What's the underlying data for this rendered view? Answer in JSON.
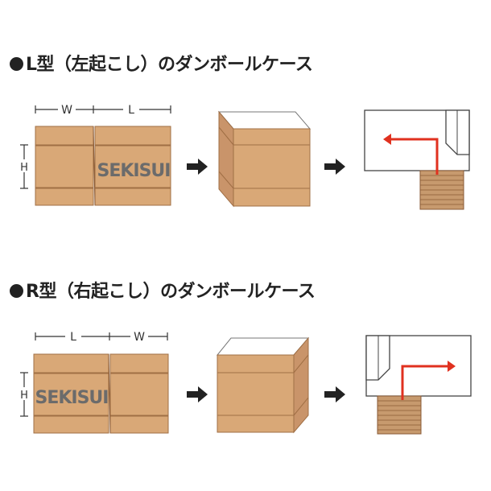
{
  "sections": [
    {
      "id": "l-type",
      "bullet": "●",
      "title": "L型（左起こし）のダンボールケース",
      "dims": {
        "width": "W",
        "length": "L",
        "height": "H"
      },
      "brand": "SEKISUI"
    },
    {
      "id": "r-type",
      "bullet": "●",
      "title": "R型（右起こし）のダンボールケース",
      "dims": {
        "width": "W",
        "length": "L",
        "height": "H"
      },
      "brand": "SEKISUI"
    }
  ],
  "colors": {
    "cardboard": "#d9a877",
    "outline": "#a06f45",
    "arrow": "#222222",
    "flow_arrow": "#e0311f",
    "stack": "#c79a6e",
    "machine": "#ffffff",
    "line": "#333333"
  },
  "icons": [
    "right-arrow-icon",
    "flow-arrow-icon"
  ]
}
